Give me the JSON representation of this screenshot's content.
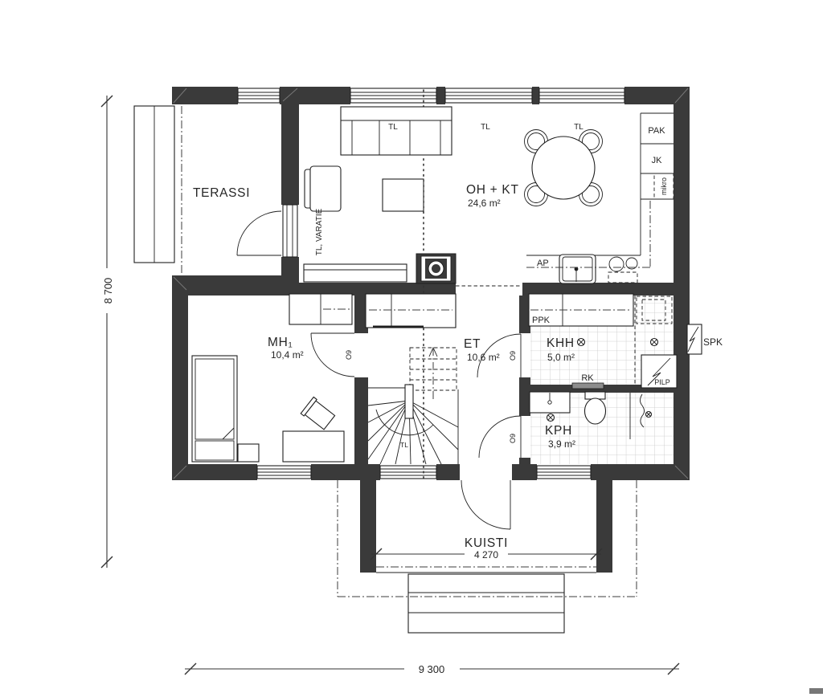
{
  "colors": {
    "wall": "#3a3a3a",
    "line": "#1f1f1f",
    "joint": "#777777",
    "tile": "#c7c7c7",
    "dim": "#333333",
    "background": "#ffffff"
  },
  "rooms": {
    "terassi": {
      "name": "TERASSI"
    },
    "oh_kt": {
      "name": "OH + KT",
      "area": "24,6 m²"
    },
    "mh1": {
      "name": "MH₁",
      "area": "10,4 m²"
    },
    "et": {
      "name": "ET",
      "area": "10,6 m²"
    },
    "khh": {
      "name": "KHH",
      "area": "5,0 m²"
    },
    "kph": {
      "name": "KPH",
      "area": "3,9 m²"
    },
    "kuisti": {
      "name": "KUISTI"
    }
  },
  "labels": {
    "tl": "TL",
    "tl_varatie": "TL, VARATIE",
    "pak": "PAK",
    "jk": "JK",
    "mikro": "mikro",
    "ap": "AP",
    "ppk": "PPK",
    "rk": "RK",
    "pilp": "PILP",
    "spk": "SPK",
    "door_code": "O9",
    "stair_mark": "TL"
  },
  "dimensions": {
    "total_height_mm": "8 700",
    "total_width_mm": "9 300",
    "kuisti_width_mm": "4 270"
  }
}
